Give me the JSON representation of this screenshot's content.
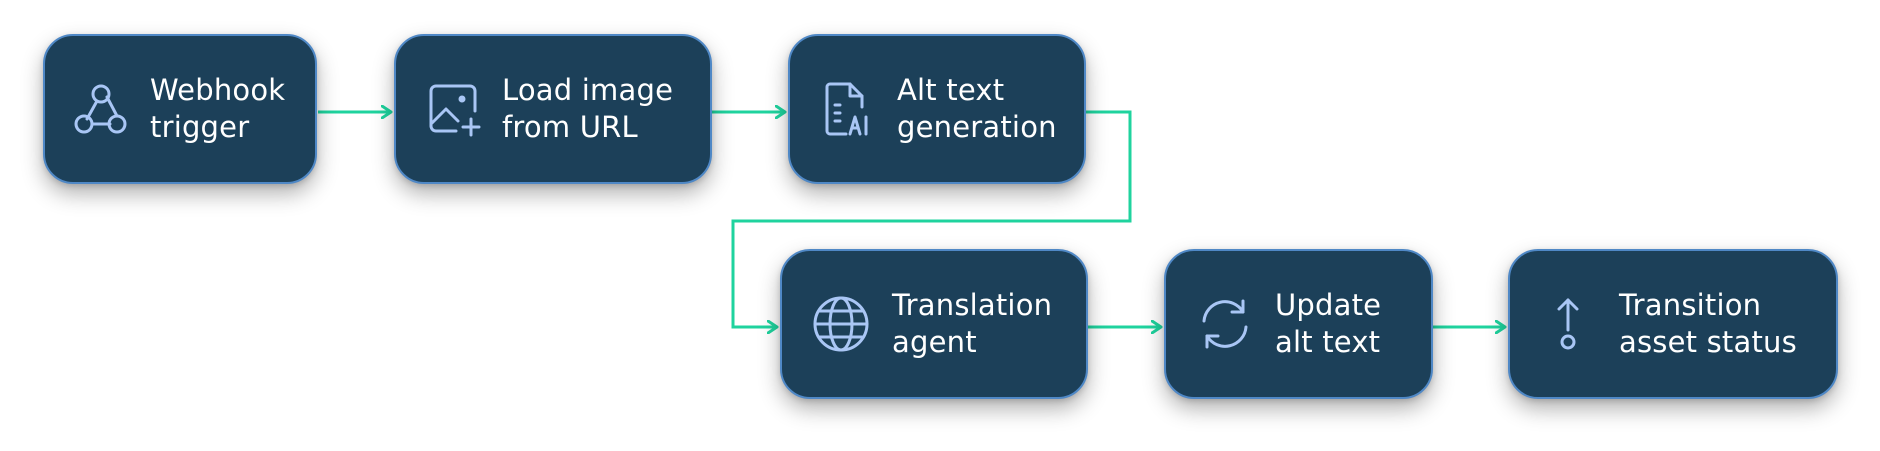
{
  "colors": {
    "node_fill": "#1c4059",
    "node_border": "#4f88c6",
    "icon_stroke": "#a9c6f5",
    "connector": "#1fd39e",
    "text": "#ffffff"
  },
  "nodes": [
    {
      "id": "webhook",
      "icon": "webhook-icon",
      "line1": "Webhook",
      "line2": "trigger"
    },
    {
      "id": "load",
      "icon": "image-add-icon",
      "line1": "Load image",
      "line2": "from URL"
    },
    {
      "id": "alttext",
      "icon": "document-ai-icon",
      "line1": "Alt text",
      "line2": "generation"
    },
    {
      "id": "translate",
      "icon": "globe-icon",
      "line1": "Translation",
      "line2": "agent"
    },
    {
      "id": "update",
      "icon": "refresh-icon",
      "line1": "Update",
      "line2": "alt text"
    },
    {
      "id": "transition",
      "icon": "status-arrow-icon",
      "line1": "Transition",
      "line2": "asset status"
    }
  ]
}
